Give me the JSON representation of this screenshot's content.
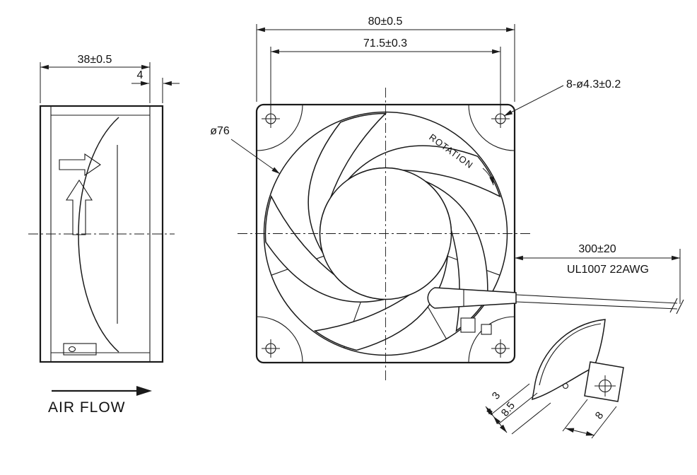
{
  "drawing": {
    "side_view": {
      "depth_dim": "38±0.5",
      "flange_dim": "4",
      "airflow_label": "AIR FLOW"
    },
    "front_view": {
      "frame_size_dim": "80±0.5",
      "hole_pitch_dim": "71.5±0.3",
      "mounting_hole_dim": "8-ø4.3±0.2",
      "impeller_dia_dim": "ø76",
      "rotation_label": "ROTATION"
    },
    "lead_wire": {
      "length_dim": "300±20",
      "spec": "UL1007 22AWG"
    },
    "blade_detail": {
      "dim_a": "3",
      "dim_b": "8.5",
      "dim_c": "8"
    },
    "colors": {
      "ink": "#1a1a1a",
      "background": "#ffffff"
    }
  }
}
